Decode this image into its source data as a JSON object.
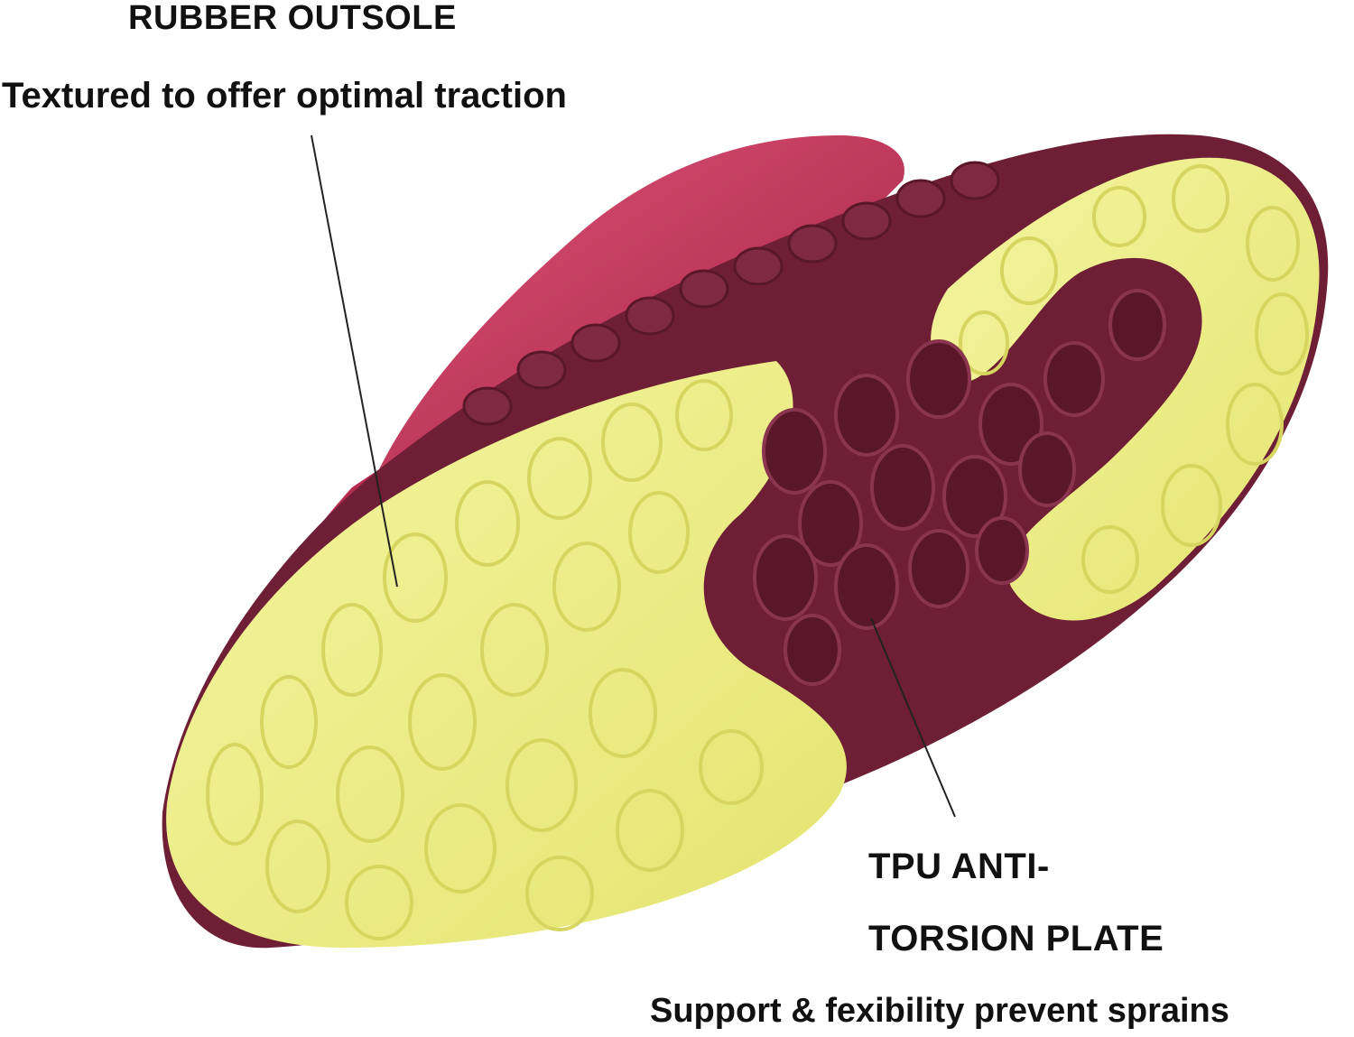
{
  "callouts": {
    "outsole": {
      "title": "RUBBER OUTSOLE",
      "description": "Textured to offer optimal traction"
    },
    "plate": {
      "title_line1": "TPU ANTI-",
      "title_line2": "TORSION PLATE",
      "description": "Support & fexibility prevent sprains"
    }
  },
  "colors": {
    "outsole_yellow": "#eef08a",
    "outsole_yellow_shadow": "#d9d86a",
    "midsole_maroon": "#6e1f35",
    "midsole_maroon_light": "#8a3550",
    "upper_pink": "#c8325a",
    "upper_pink_light": "#e0557a",
    "leader_line": "#222222"
  }
}
